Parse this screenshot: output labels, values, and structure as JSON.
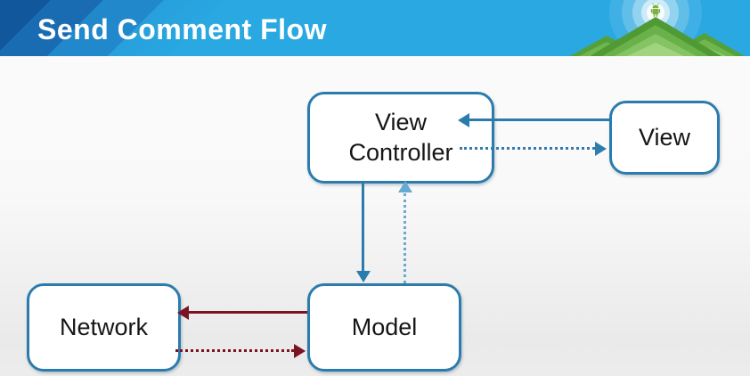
{
  "header": {
    "title": "Send Comment Flow"
  },
  "diagram": {
    "nodes": [
      {
        "id": "view-controller",
        "label": "View Controller"
      },
      {
        "id": "view",
        "label": "View"
      },
      {
        "id": "network",
        "label": "Network"
      },
      {
        "id": "model",
        "label": "Model"
      }
    ],
    "edges": [
      {
        "from": "view",
        "to": "view-controller",
        "style": "solid",
        "color": "#2b7cac"
      },
      {
        "from": "view-controller",
        "to": "view",
        "style": "dotted",
        "color": "#2e7dad"
      },
      {
        "from": "view-controller",
        "to": "model",
        "style": "solid",
        "color": "#2b7cac"
      },
      {
        "from": "model",
        "to": "view-controller",
        "style": "dotted",
        "color": "#66aad4"
      },
      {
        "from": "model",
        "to": "network",
        "style": "solid",
        "color": "#7c1322"
      },
      {
        "from": "network",
        "to": "model",
        "style": "dotted",
        "color": "#7c1322"
      }
    ]
  },
  "colors": {
    "header_blue": "#29a8e2",
    "header_dark_blue": "#11579b",
    "node_border_blue": "#2b7cac",
    "arrow_blue": "#2b7cac",
    "arrow_light_blue": "#66aad4",
    "arrow_dark_red": "#7c1322",
    "title_text": "#ffffff",
    "node_text": "#161616"
  },
  "logo": {
    "name": "android-mountains-logo"
  }
}
